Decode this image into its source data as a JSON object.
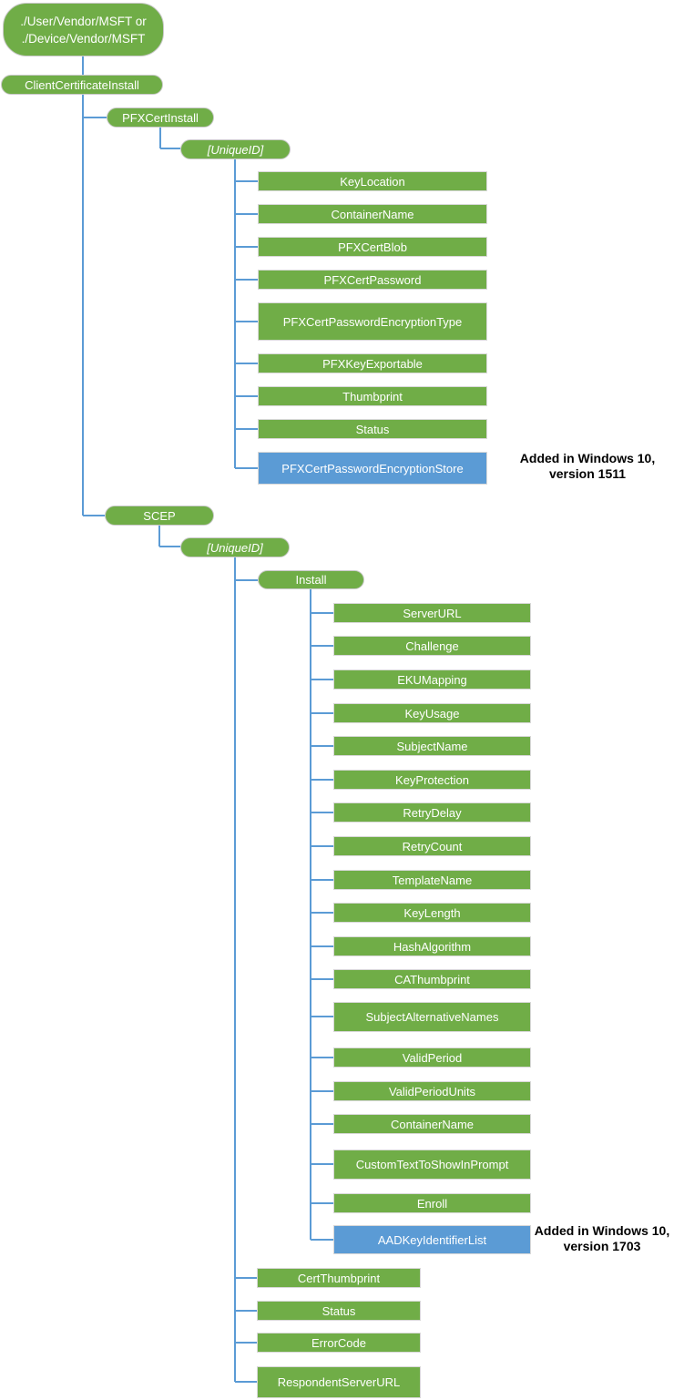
{
  "palette": {
    "node_green": "#70AD47",
    "node_blue": "#5B9BD5",
    "connector_blue": "#5B9BD5",
    "box_border": "#D8D8D8",
    "node_text": "#FFFFFF",
    "annotation_text": "#000000"
  },
  "tree": {
    "root": {
      "line1": "./User/Vendor/MSFT or",
      "line2": "./Device/Vendor/MSFT"
    },
    "client_certificate_install": {
      "label": "ClientCertificateInstall"
    },
    "pfx_cert_install": {
      "label": "PFXCertInstall"
    },
    "pfx_unique_id": {
      "label": "[UniqueID]"
    },
    "pfx_children": [
      {
        "label": "KeyLocation"
      },
      {
        "label": "ContainerName"
      },
      {
        "label": "PFXCertBlob"
      },
      {
        "label": "PFXCertPassword"
      },
      {
        "label": "PFXCertPasswordEncryptionType"
      },
      {
        "label": "PFXKeyExportable"
      },
      {
        "label": "Thumbprint"
      },
      {
        "label": "Status"
      },
      {
        "label": "PFXCertPasswordEncryptionStore",
        "highlight": "blue"
      }
    ],
    "scep": {
      "label": "SCEP"
    },
    "scep_unique_id": {
      "label": "[UniqueID]"
    },
    "install": {
      "label": "Install"
    },
    "install_children": [
      {
        "label": "ServerURL"
      },
      {
        "label": "Challenge"
      },
      {
        "label": "EKUMapping"
      },
      {
        "label": "KeyUsage"
      },
      {
        "label": "SubjectName"
      },
      {
        "label": "KeyProtection"
      },
      {
        "label": "RetryDelay"
      },
      {
        "label": "RetryCount"
      },
      {
        "label": "TemplateName"
      },
      {
        "label": "KeyLength"
      },
      {
        "label": "HashAlgorithm"
      },
      {
        "label": "CAThumbprint"
      },
      {
        "label": "SubjectAlternativeNames"
      },
      {
        "label": "ValidPeriod"
      },
      {
        "label": "ValidPeriodUnits"
      },
      {
        "label": "ContainerName"
      },
      {
        "label": "CustomTextToShowInPrompt"
      },
      {
        "label": "Enroll"
      },
      {
        "label": "AADKeyIdentifierList",
        "highlight": "blue"
      }
    ],
    "scep_children": [
      {
        "label": "CertThumbprint"
      },
      {
        "label": "Status"
      },
      {
        "label": "ErrorCode"
      },
      {
        "label": "RespondentServerURL"
      }
    ],
    "annotations": [
      {
        "line1": "Added in Windows 10,",
        "line2": "version 1511"
      },
      {
        "line1": "Added in Windows 10,",
        "line2": "version 1703"
      }
    ]
  }
}
